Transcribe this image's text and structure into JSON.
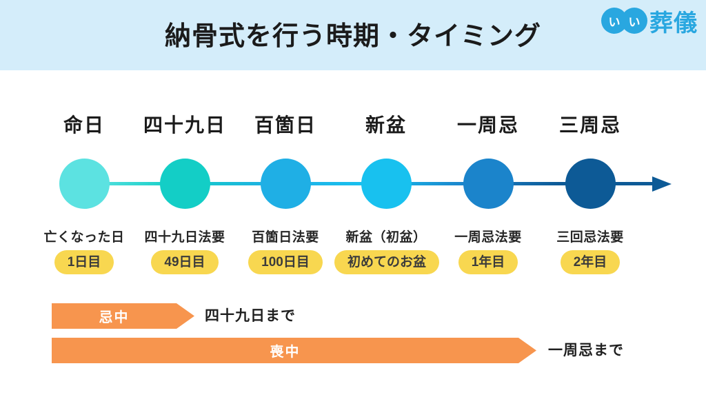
{
  "header": {
    "title": "納骨式を行う時期・タイミング",
    "logo": {
      "circle1": "い",
      "circle2": "い",
      "brand": "葬儀"
    }
  },
  "timeline": {
    "arrow_color": "#0d5a96",
    "milestones": [
      {
        "label": "命日",
        "description": "亡くなった日",
        "badge": "1日目",
        "color": "#5ce2e1"
      },
      {
        "label": "四十九日",
        "description": "四十九日法要",
        "badge": "49日目",
        "color": "#13cec6"
      },
      {
        "label": "百箇日",
        "description": "百箇日法要",
        "badge": "100日目",
        "color": "#1fafe5"
      },
      {
        "label": "新盆",
        "description": "新盆（初盆）",
        "badge": "初めてのお盆",
        "color": "#18c1ef"
      },
      {
        "label": "一周忌",
        "description": "一周忌法要",
        "badge": "1年目",
        "color": "#1b84cb"
      },
      {
        "label": "三周忌",
        "description": "三回忌法要",
        "badge": "2年目",
        "color": "#0d5a96"
      }
    ]
  },
  "periods": [
    {
      "label": "忌中",
      "until": "四十九日まで"
    },
    {
      "label": "喪中",
      "until": "一周忌まで"
    }
  ],
  "colors": {
    "header_bg": "#d4edfa",
    "logo_blue": "#29a7e0",
    "badge_bg": "#f8d750",
    "bar_orange": "#f7954e",
    "arrow_color": "#0d5a96"
  }
}
